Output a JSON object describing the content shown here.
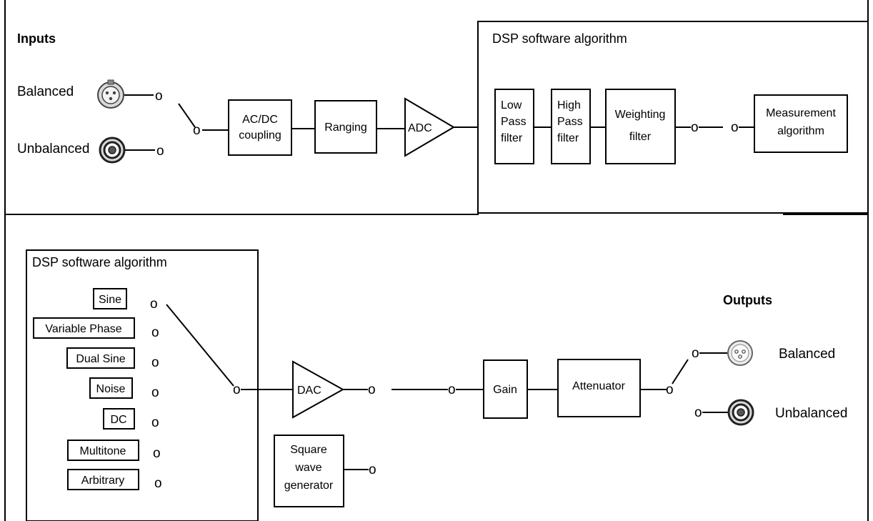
{
  "frame": {
    "border_color": "#000000"
  },
  "inputs": {
    "heading": "Inputs",
    "balanced_label": "Balanced",
    "unbalanced_label": "Unbalanced",
    "balanced_connector_icon": "xlr-connector-icon",
    "unbalanced_connector_icon": "bnc-connector-icon",
    "terminal": "o"
  },
  "input_chain": {
    "coupling_line1": "AC/DC",
    "coupling_line2": "coupling",
    "ranging": "Ranging",
    "adc": "ADC"
  },
  "analyzer_dsp": {
    "title": "DSP software algorithm",
    "lowpass": [
      "Low",
      "Pass",
      "filter"
    ],
    "highpass": [
      "High",
      "Pass",
      "filter"
    ],
    "weighting": [
      "Weighting",
      "filter"
    ],
    "measurement": [
      "Measurement",
      "algorithm"
    ],
    "terminal": "o"
  },
  "generator_dsp": {
    "title": "DSP software algorithm",
    "waveforms": [
      "Sine",
      "Variable Phase",
      "Dual Sine",
      "Noise",
      "DC",
      "Multitone",
      "Arbitrary"
    ],
    "terminal": "o"
  },
  "output_chain": {
    "dac": "DAC",
    "square_wave": [
      "Square",
      "wave",
      "generator"
    ],
    "gain": "Gain",
    "attenuator": "Attenuator",
    "terminal": "o"
  },
  "outputs": {
    "heading": "Outputs",
    "balanced_label": "Balanced",
    "unbalanced_label": "Unbalanced",
    "balanced_connector_icon": "xlr-connector-icon",
    "unbalanced_connector_icon": "bnc-connector-icon"
  }
}
